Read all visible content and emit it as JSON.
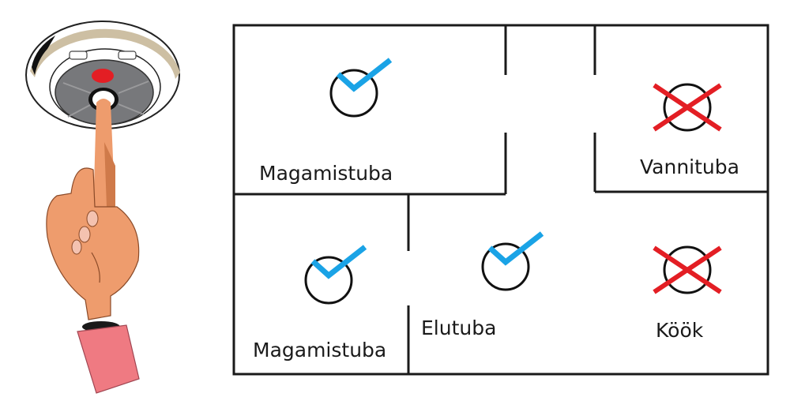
{
  "illustration": {
    "subject": "hand pressing smoke detector test button",
    "icons": [
      "smoke-detector-icon",
      "hand-icon"
    ]
  },
  "floor_plan": {
    "colors": {
      "wall": "#1a1a1a",
      "ok": "#1aa3e6",
      "not_ok": "#e31e24",
      "detector": "#111111"
    },
    "rooms": [
      {
        "id": "bedroom-top",
        "label": "Magamistuba",
        "status": "ok"
      },
      {
        "id": "bathroom",
        "label": "Vannituba",
        "status": "not_ok"
      },
      {
        "id": "bedroom-bottom",
        "label": "Magamistuba",
        "status": "ok"
      },
      {
        "id": "living-room",
        "label": "Elutuba",
        "status": "ok"
      },
      {
        "id": "kitchen",
        "label": "Köök",
        "status": "not_ok"
      }
    ]
  }
}
